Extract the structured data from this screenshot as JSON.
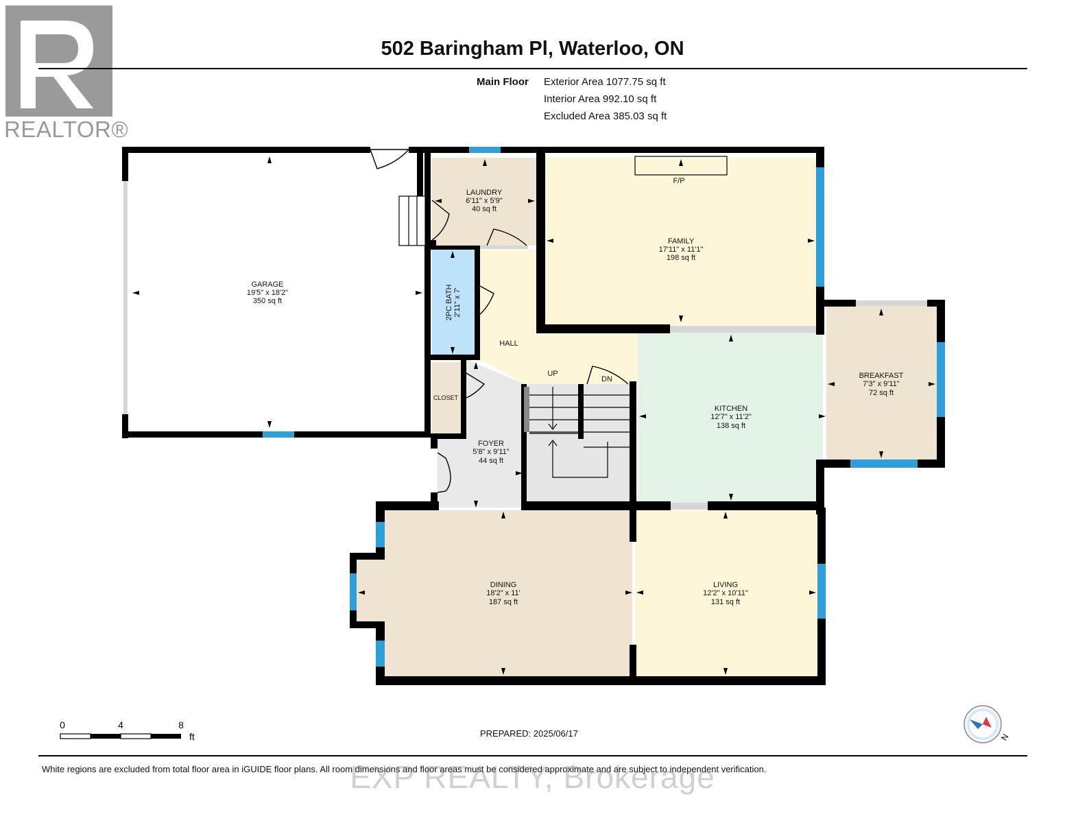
{
  "header": {
    "title": "502 Baringham Pl, Waterloo, ON",
    "floor": "Main Floor",
    "exterior_area": "Exterior Area 1077.75 sq ft",
    "interior_area": "Interior Area 992.10 sq ft",
    "excluded_area": "Excluded Area 385.03 sq ft"
  },
  "logo": {
    "wordmark": "REALTOR®",
    "icon": "realtor-r-logo"
  },
  "rooms": {
    "garage": {
      "name": "GARAGE",
      "dims": "19'5\" x 18'2\"",
      "area": "350 sq ft"
    },
    "laundry": {
      "name": "LAUNDRY",
      "dims": "6'11\" x 5'9\"",
      "area": "40 sq ft"
    },
    "family": {
      "name": "FAMILY",
      "dims": "17'11\" x 11'1\"",
      "area": "198 sq ft"
    },
    "bath": {
      "name": "2PC BATH",
      "dims": "2'11\" x 7'"
    },
    "hall": {
      "name": "HALL"
    },
    "closet": {
      "name": "CLOSET"
    },
    "foyer": {
      "name": "FOYER",
      "dims": "5'8\" x 9'11\"",
      "area": "44 sq ft"
    },
    "kitchen": {
      "name": "KITCHEN",
      "dims": "12'7\" x 11'2\"",
      "area": "138 sq ft"
    },
    "breakfast": {
      "name": "BREAKFAST",
      "dims": "7'3\" x 9'11\"",
      "area": "72 sq ft"
    },
    "dining": {
      "name": "DINING",
      "dims": "18'2\" x 11'",
      "area": "187 sq ft"
    },
    "living": {
      "name": "LIVING",
      "dims": "12'2\" x 10'11\"",
      "area": "131 sq ft"
    }
  },
  "labels": {
    "fireplace": "F/P",
    "up": "UP",
    "down": "DN"
  },
  "scale": {
    "ticks": [
      "0",
      "4",
      "8"
    ],
    "unit": "ft"
  },
  "compass": {
    "letter": "N"
  },
  "prepared": "PREPARED: 2025/06/17",
  "disclaimer": "White regions are excluded from total floor area in iGUIDE floor plans. All room dimensions and floor areas must be considered approximate and are subject to independent verification.",
  "watermark": "EXP REALTY, Brokerage",
  "colors": {
    "wall": "#000000",
    "window": "#2f9fd8",
    "garage": "#ffffff",
    "laundry": "#efe3d1",
    "family": "#fdf6d8",
    "bath": "#bfe2fb",
    "hall": "#fdf6d8",
    "foyer": "#e9e9e9",
    "kitchen": "#e4f3e8",
    "breakfast": "#efe3d1",
    "dining": "#efe3d1",
    "living": "#fdf6d8"
  }
}
